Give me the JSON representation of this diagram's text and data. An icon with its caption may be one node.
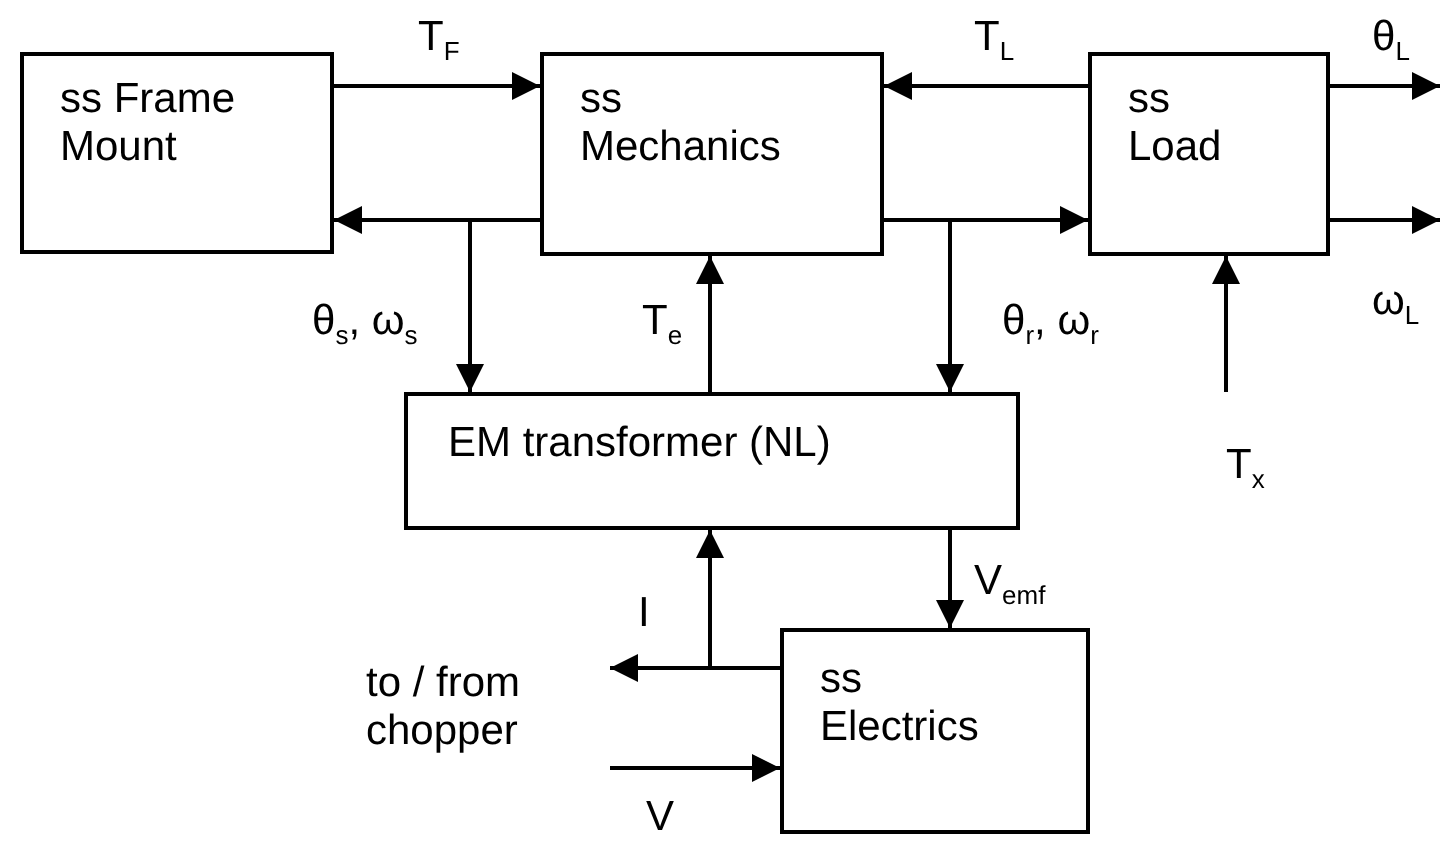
{
  "diagram": {
    "nodes": [
      {
        "text": [
          "ss Frame Mount"
        ]
      },
      {
        "text": [
          "ss Mechanics"
        ]
      },
      {
        "text": [
          "ss Load"
        ]
      },
      {
        "text": [
          "EM transformer (NL)"
        ]
      },
      {
        "text": [
          "ss Electrics"
        ]
      },
      {
        "text": [
          "to / from chopper"
        ]
      }
    ],
    "edges": [
      {
        "from": 0,
        "to": 1,
        "arrow": "to",
        "label": "T$_{F}$"
      },
      {
        "from": 2,
        "to": 1,
        "arrow": "to",
        "label": "T$_{L}$"
      },
      {
        "from": 1,
        "to": 0,
        "arrow": "to"
      },
      {
        "from": 1,
        "to": 3,
        "arrow": "to",
        "label": "θ$_{s}$, ω$_{s}$"
      },
      {
        "from": 1,
        "to": 2,
        "arrow": "to"
      },
      {
        "from": 1,
        "to": 3,
        "arrow": "to",
        "label": "θ$_{r}$, ω$_{r}$"
      },
      {
        "from": 3,
        "to": 1,
        "arrow": "to",
        "label": "T$_{e}$"
      },
      {
        "from": 2,
        "to": null,
        "arrow": "to",
        "label": "θ$_{L}$"
      },
      {
        "from": 2,
        "to": null,
        "arrow": "to",
        "label": "ω$_{L}$"
      },
      {
        "from": null,
        "to": 2,
        "arrow": "to",
        "label": "T$_{x}$"
      },
      {
        "from": 4,
        "to": 5,
        "arrow": "to"
      },
      {
        "from": 4,
        "to": 3,
        "arrow": "to",
        "label": "I"
      },
      {
        "from": 3,
        "to": 4,
        "arrow": "to",
        "label": "V$_{emf}$"
      },
      {
        "from": 5,
        "to": 4,
        "arrow": "to",
        "label": "V"
      }
    ]
  }
}
